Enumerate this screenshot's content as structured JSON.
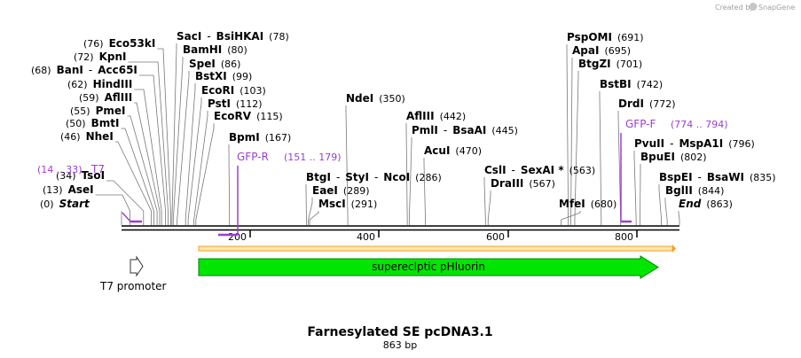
{
  "credit": {
    "prefix": "Created by",
    "brand": "SnapGene"
  },
  "title": "Farnesylated SE pcDNA3.1",
  "length_text": "863 bp",
  "sequence_length": 863,
  "colors": {
    "primer": "#9a3fd1",
    "feature_green": "#00e600",
    "orange_bar": "#f5a020"
  },
  "sites": [
    {
      "pos": "(0)",
      "name": "Start",
      "special": true,
      "bp": 0
    },
    {
      "pos": "(13)",
      "name": "AseI",
      "bp": 13
    },
    {
      "pos": "(34)",
      "name": "TsoI",
      "bp": 34
    },
    {
      "pos": "(46)",
      "name": "NheI",
      "bp": 46
    },
    {
      "pos": "(50)",
      "name": "BmtI",
      "bp": 50
    },
    {
      "pos": "(55)",
      "name": "PmeI",
      "bp": 55
    },
    {
      "pos": "(59)",
      "name": "AflIII",
      "bp": 59
    },
    {
      "pos": "(62)",
      "name": "HindIII",
      "bp": 62
    },
    {
      "pos": "(68)",
      "name": "BanI",
      "sep": "-",
      "name2": "Acc65I",
      "bp": 68
    },
    {
      "pos": "(72)",
      "name": "KpnI",
      "bp": 72
    },
    {
      "pos": "(76)",
      "name": "Eco53kI",
      "bp": 76
    },
    {
      "name": "SacI",
      "sep": "-",
      "name2": "BsiHKAI",
      "pos": "(78)",
      "bp": 78
    },
    {
      "name": "BamHI",
      "pos": "(80)",
      "bp": 80
    },
    {
      "name": "SpeI",
      "pos": "(86)",
      "bp": 86
    },
    {
      "name": "BstXI",
      "pos": "(99)",
      "bp": 99
    },
    {
      "name": "EcoRI",
      "pos": "(103)",
      "bp": 103
    },
    {
      "name": "PstI",
      "pos": "(112)",
      "bp": 112
    },
    {
      "name": "EcoRV",
      "pos": "(115)",
      "bp": 115
    },
    {
      "name": "BpmI",
      "pos": "(167)",
      "bp": 167
    },
    {
      "name": "BtgI",
      "sep": "-",
      "name2": "StyI",
      "sep2": "-",
      "name3": "NcoI",
      "pos": "(286)",
      "bp": 286
    },
    {
      "name": "EaeI",
      "pos": "(289)",
      "bp": 289
    },
    {
      "name": "MscI",
      "pos": "(291)",
      "bp": 291
    },
    {
      "name": "NdeI",
      "pos": "(350)",
      "bp": 350
    },
    {
      "name": "AflIII",
      "pos": "(442)",
      "bp": 442
    },
    {
      "name": "PmlI",
      "sep": "-",
      "name2": "BsaAI",
      "pos": "(445)",
      "bp": 445
    },
    {
      "name": "AcuI",
      "pos": "(470)",
      "bp": 470
    },
    {
      "name": "CslI",
      "sep": "-",
      "name2": "SexAI *",
      "pos": "(563)",
      "bp": 563
    },
    {
      "name": "DraIII",
      "pos": "(567)",
      "bp": 567
    },
    {
      "name": "PspOMI",
      "pos": "(691)",
      "bp": 691
    },
    {
      "name": "ApaI",
      "pos": "(695)",
      "bp": 695
    },
    {
      "name": "BtgZI",
      "pos": "(701)",
      "bp": 701
    },
    {
      "name": "MfeI",
      "pos": "(680)",
      "bp": 680
    },
    {
      "name": "BstBI",
      "pos": "(742)",
      "bp": 742
    },
    {
      "name": "DrdI",
      "pos": "(772)",
      "bp": 772
    },
    {
      "name": "PvuII",
      "sep": "-",
      "name2": "MspA1I",
      "pos": "(796)",
      "bp": 796
    },
    {
      "name": "BpuEI",
      "pos": "(802)",
      "bp": 802
    },
    {
      "name": "BspEI",
      "sep": "-",
      "name2": "BsaWI",
      "pos": "(835)",
      "bp": 835
    },
    {
      "name": "BglII",
      "pos": "(844)",
      "bp": 844
    },
    {
      "name": "End",
      "special": true,
      "pos": "(863)",
      "bp": 863
    }
  ],
  "primers": [
    {
      "name": "T7",
      "range": "(14 .. 33)",
      "start": 14,
      "end": 33,
      "direction": "forward"
    },
    {
      "name": "GFP-R",
      "range": "(151 .. 179)",
      "start": 151,
      "end": 179,
      "direction": "reverse"
    },
    {
      "name": "GFP-F",
      "range": "(774 .. 794)",
      "start": 774,
      "end": 794,
      "direction": "forward"
    }
  ],
  "ruler": {
    "ticks": [
      200,
      400,
      600,
      800
    ]
  },
  "features": [
    {
      "name": "supereclptic pHluorin",
      "label": "supereclptic pHluorin",
      "start": 120,
      "end": 863,
      "type": "CDS"
    },
    {
      "name": "T7 promoter",
      "label": "T7 promoter",
      "start": 14,
      "end": 33,
      "type": "promoter"
    }
  ]
}
